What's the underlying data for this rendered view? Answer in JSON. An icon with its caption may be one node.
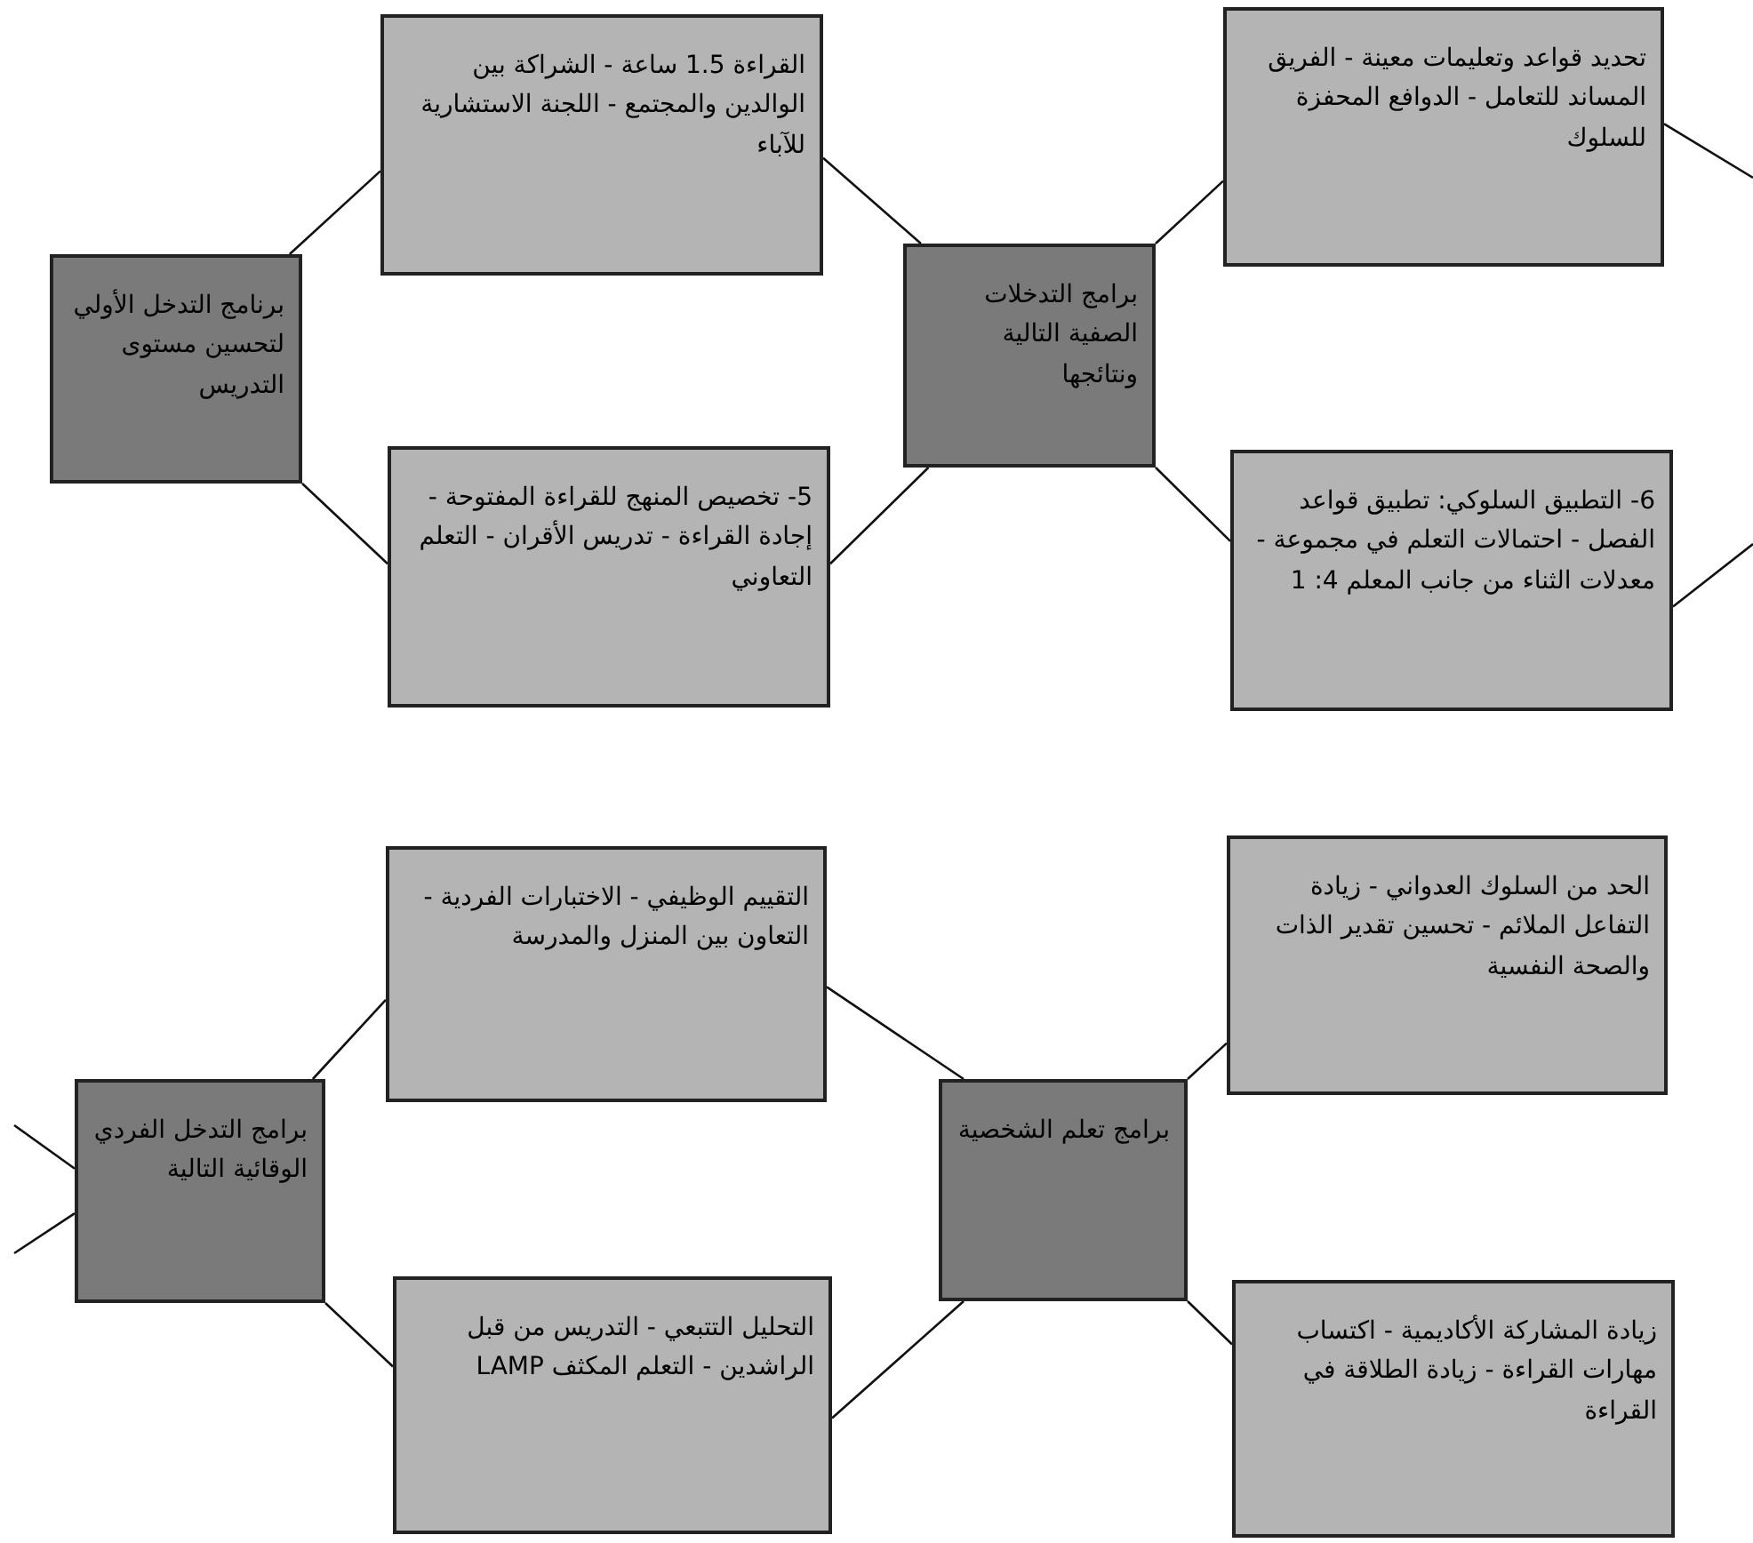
{
  "diagram": {
    "nodes": [
      {
        "text": [
          "برنامج التدخل الأولي لتحسين مستوى التدريس"
        ]
      },
      {
        "text": [
          "القراءة 1.5 ساعة - الشراكة بين الوالدين والمجتمع - اللجنة الاستشارية للآباء"
        ]
      },
      {
        "text": [
          "5- تخصيص المنهج للقراءة المفتوحة - إجادة القراءة - تدريس الأقران - التعلم التعاوني"
        ]
      },
      {
        "text": [
          "برامج التدخلات الصفية التالية ونتائجها"
        ]
      },
      {
        "text": [
          "تحديد قواعد وتعليمات معينة - الفريق المساند للتعامل - الدوافع المحفزة للسلوك"
        ]
      },
      {
        "text": [
          "6- التطبيق السلوكي: تطبيق قواعد الفصل - احتمالات التعلم في مجموعة - معدلات الثناء من جانب المعلم 4: 1"
        ]
      },
      {
        "text": [
          "برامج التدخل الفردي الوقائية التالية"
        ]
      },
      {
        "text": [
          "التقييم الوظيفي - الاختبارات الفردية - التعاون بين المنزل والمدرسة"
        ]
      },
      {
        "text": [
          "التحليل التتبعي - التدريس من قبل الراشدين - التعلم المكثف LAMP"
        ]
      },
      {
        "text": [
          "برامج تعلم الشخصية"
        ]
      },
      {
        "text": [
          "الحد من السلوك العدواني - زيادة التفاعل الملائم - تحسين تقدير الذات والصحة النفسية"
        ]
      },
      {
        "text": [
          "زيادة المشاركة الأكاديمية - اكتساب مهارات القراءة - زيادة الطلاقة في القراءة"
        ]
      }
    ],
    "edges": [
      {
        "from": 0,
        "to": 1,
        "arrow": "none"
      },
      {
        "from": 0,
        "to": 2,
        "arrow": "none"
      },
      {
        "from": 1,
        "to": 3,
        "arrow": "none"
      },
      {
        "from": 2,
        "to": 3,
        "arrow": "none"
      },
      {
        "from": 3,
        "to": 4,
        "arrow": "none"
      },
      {
        "from": 3,
        "to": 5,
        "arrow": "none"
      },
      {
        "from": 4,
        "to": null,
        "arrow": "none"
      },
      {
        "from": 5,
        "to": null,
        "arrow": "none"
      },
      {
        "from": null,
        "to": 6,
        "arrow": "none"
      },
      {
        "from": null,
        "to": 6,
        "arrow": "none"
      },
      {
        "from": 6,
        "to": 7,
        "arrow": "none"
      },
      {
        "from": 6,
        "to": 8,
        "arrow": "none"
      },
      {
        "from": 7,
        "to": 9,
        "arrow": "none"
      },
      {
        "from": 8,
        "to": 9,
        "arrow": "none"
      },
      {
        "from": 9,
        "to": 10,
        "arrow": "none"
      },
      {
        "from": 9,
        "to": 11,
        "arrow": "none"
      }
    ]
  }
}
